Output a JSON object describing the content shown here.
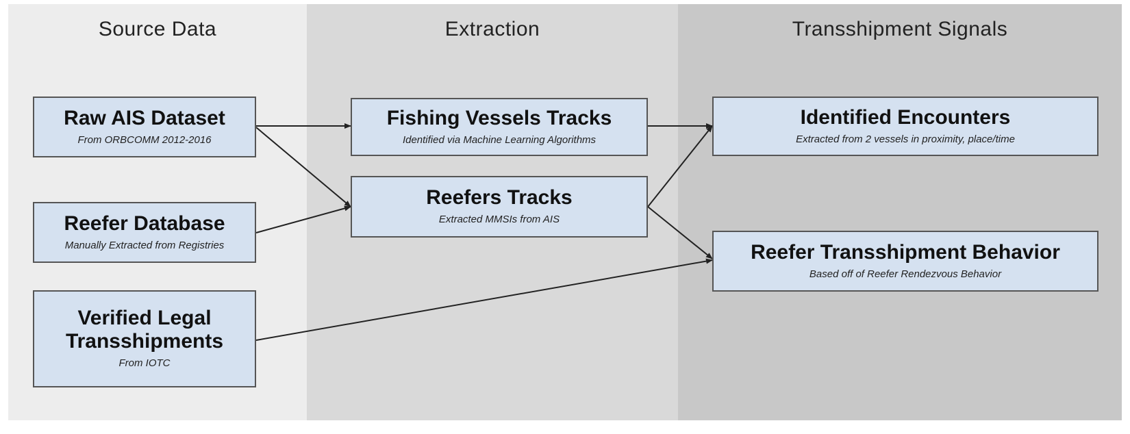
{
  "columns": [
    {
      "title": "Source Data"
    },
    {
      "title": "Extraction"
    },
    {
      "title": "Transshipment Signals"
    }
  ],
  "nodes": {
    "raw_ais": {
      "title": "Raw AIS Dataset",
      "subtitle": "From ORBCOMM 2012-2016"
    },
    "reefer_db": {
      "title": "Reefer Database",
      "subtitle": "Manually Extracted from Registries"
    },
    "verified": {
      "title": "Verified Legal Transshipments",
      "subtitle": "From IOTC"
    },
    "fishing_tracks": {
      "title": "Fishing Vessels Tracks",
      "subtitle": "Identified via Machine Learning Algorithms"
    },
    "reefer_tracks": {
      "title": "Reefers Tracks",
      "subtitle": "Extracted MMSIs from AIS"
    },
    "encounters": {
      "title": "Identified Encounters",
      "subtitle": "Extracted from 2 vessels in proximity, place/time"
    },
    "behavior": {
      "title": "Reefer Transshipment Behavior",
      "subtitle": "Based off of Reefer Rendezvous Behavior"
    }
  },
  "edges": [
    {
      "from": "raw_ais",
      "to": "fishing_tracks"
    },
    {
      "from": "raw_ais",
      "to": "reefer_tracks"
    },
    {
      "from": "reefer_db",
      "to": "reefer_tracks"
    },
    {
      "from": "fishing_tracks",
      "to": "encounters"
    },
    {
      "from": "reefer_tracks",
      "to": "encounters"
    },
    {
      "from": "reefer_tracks",
      "to": "behavior"
    },
    {
      "from": "verified",
      "to": "behavior"
    }
  ]
}
